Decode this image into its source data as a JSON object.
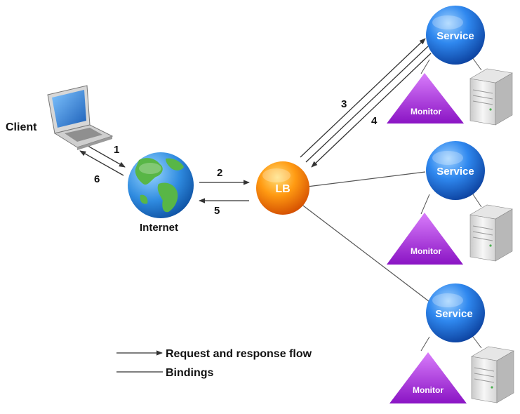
{
  "nodes": {
    "client": {
      "label": "Client"
    },
    "internet": {
      "label": "Internet"
    },
    "lb": {
      "label": "LB"
    },
    "services": [
      {
        "label": "Service",
        "monitor_label": "Monitor"
      },
      {
        "label": "Service",
        "monitor_label": "Monitor"
      },
      {
        "label": "Service",
        "monitor_label": "Monitor"
      }
    ]
  },
  "flow_steps": [
    "1",
    "2",
    "3",
    "4",
    "5",
    "6"
  ],
  "legend": {
    "request_response": "Request and response flow",
    "bindings": "Bindings"
  },
  "colors": {
    "service_blue": "#1f6fd6",
    "lb_orange": "#f07a00",
    "monitor_purple": "#a62bd6",
    "line": "#333333"
  }
}
